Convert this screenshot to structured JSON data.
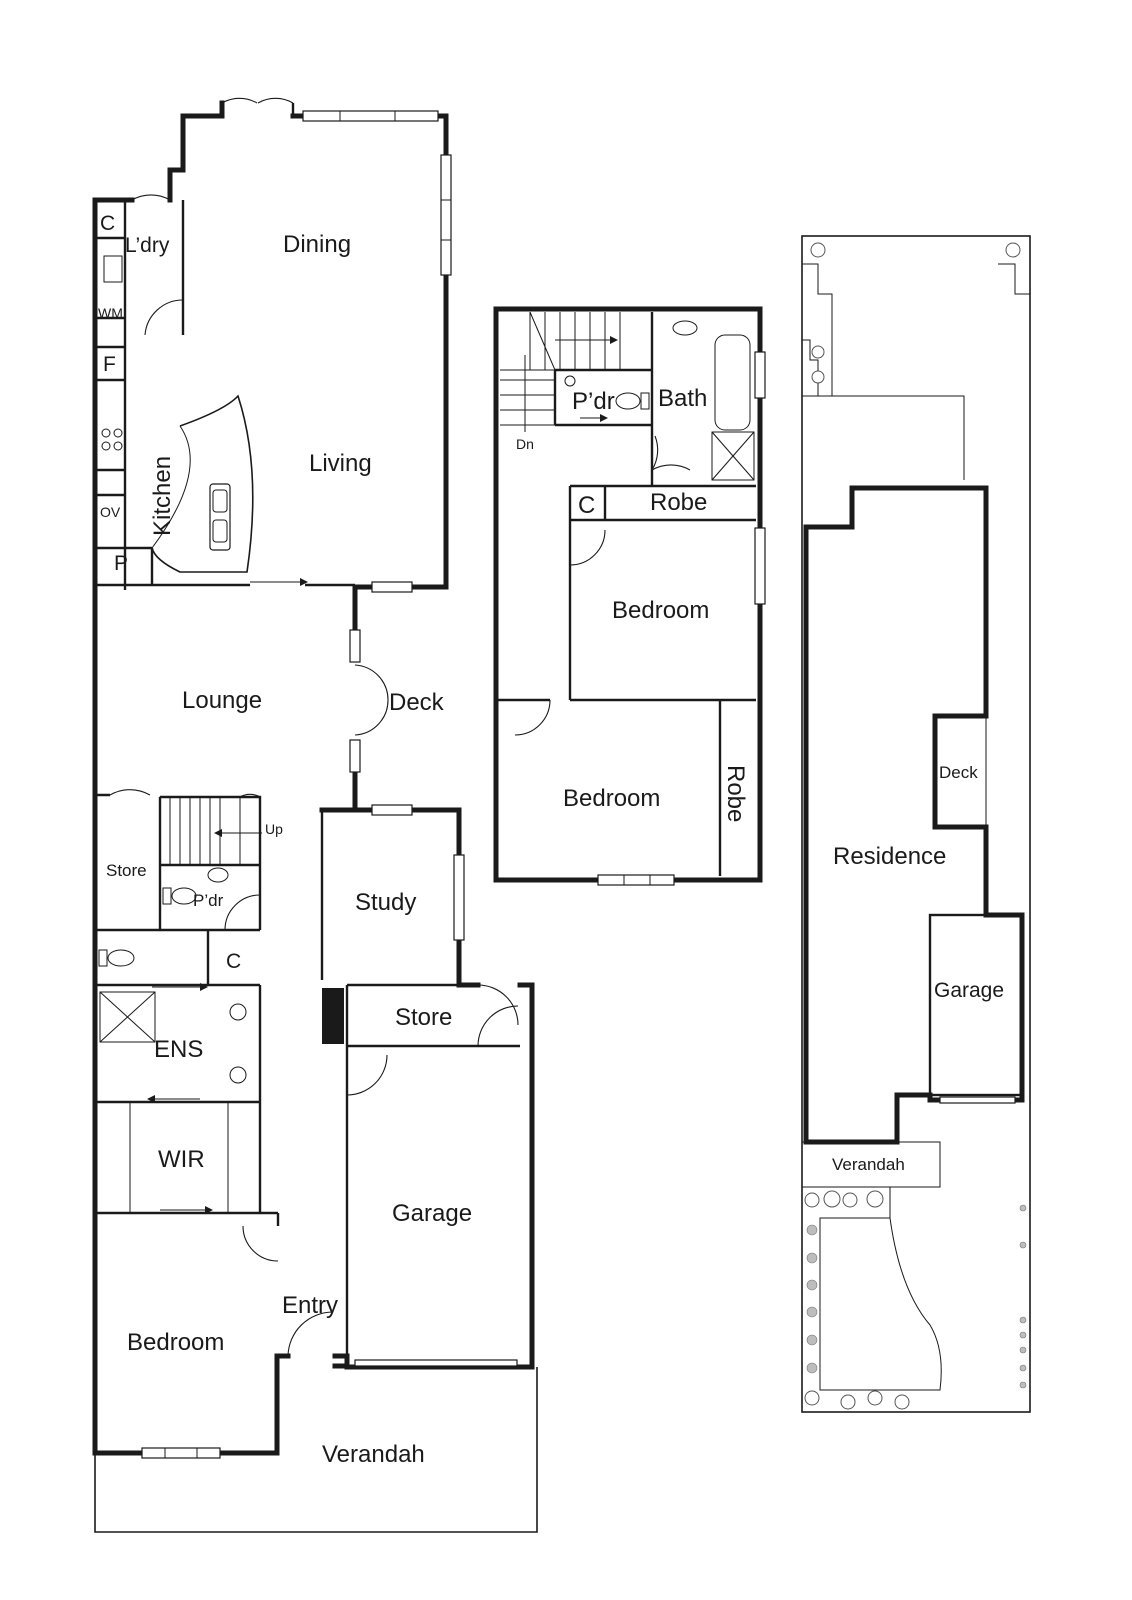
{
  "ground_floor": {
    "rooms": {
      "dining": "Dining",
      "laundry": "L’dry",
      "laundry_cupboard": "C",
      "washing_machine": "WM",
      "fridge": "F",
      "living": "Living",
      "kitchen": "Kitchen",
      "oven": "OV",
      "pantry": "P",
      "lounge": "Lounge",
      "deck": "Deck",
      "stairs_up": "Up",
      "store_west": "Store",
      "powder": "P’dr",
      "study": "Study",
      "cupboard": "C",
      "ensuite": "ENS",
      "store_garage": "Store",
      "wir": "WIR",
      "garage": "Garage",
      "entry": "Entry",
      "bedroom": "Bedroom",
      "verandah": "Verandah"
    }
  },
  "first_floor": {
    "rooms": {
      "stairs_down": "Dn",
      "powder": "P’dr",
      "bath": "Bath",
      "cupboard": "C",
      "robe_top": "Robe",
      "bedroom_1": "Bedroom",
      "bedroom_2": "Bedroom",
      "robe_side": "Robe"
    }
  },
  "site_plan": {
    "labels": {
      "deck": "Deck",
      "residence": "Residence",
      "garage": "Garage",
      "verandah": "Verandah"
    }
  }
}
